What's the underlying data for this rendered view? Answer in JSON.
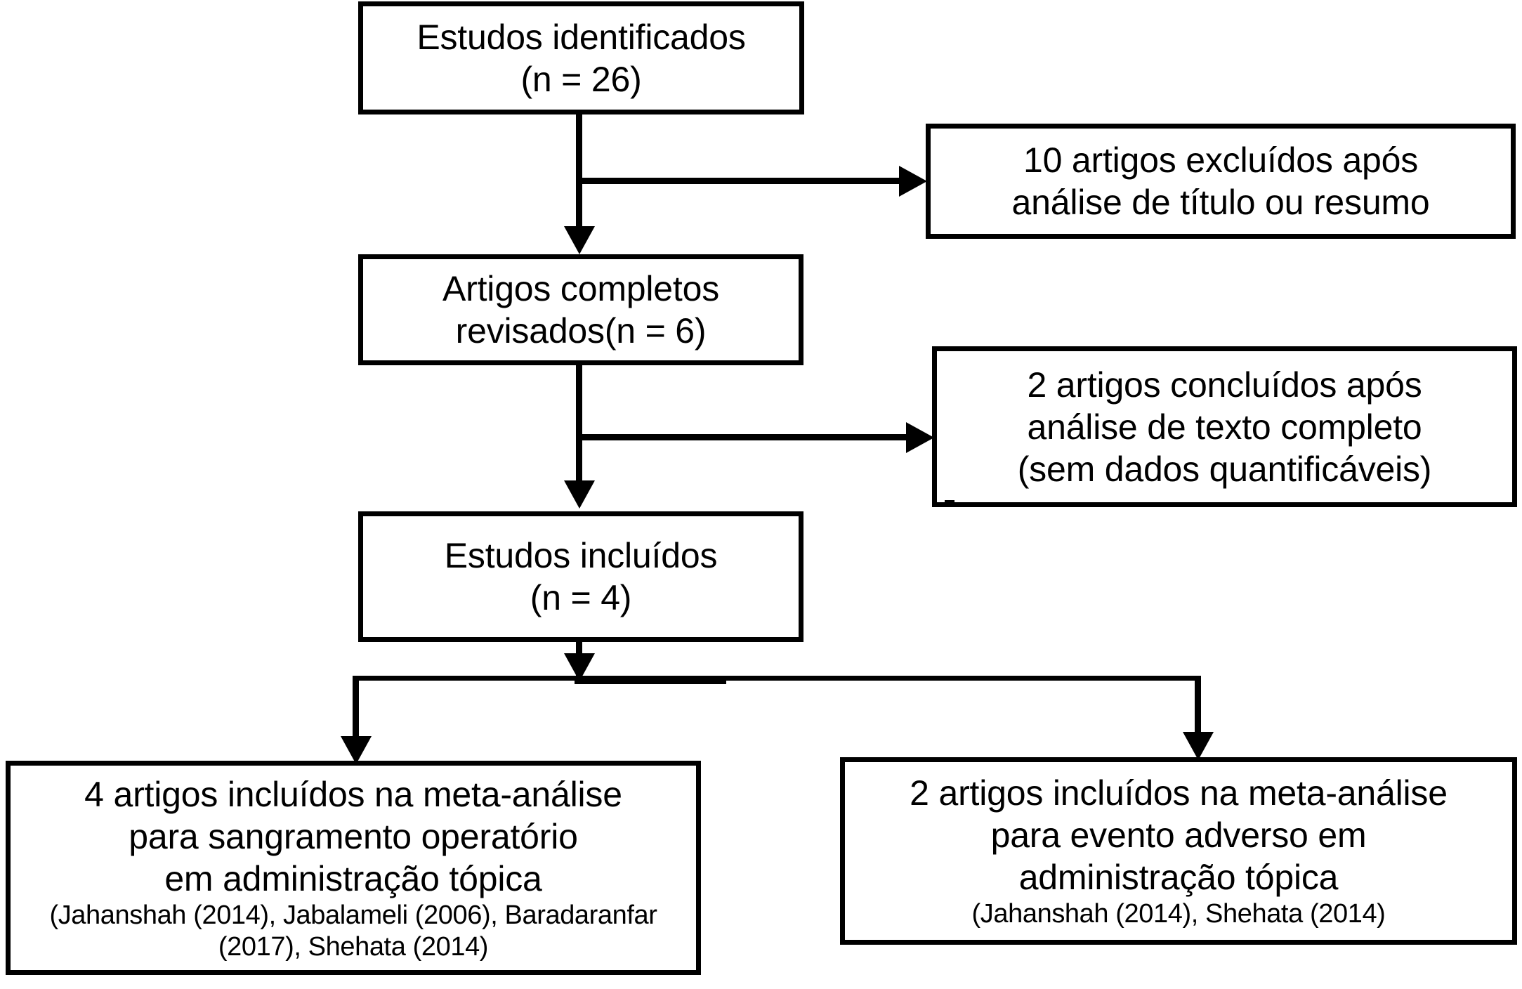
{
  "diagram": {
    "type": "prisma-flow-diagram",
    "language": "pt-BR",
    "colors": {
      "stroke": "#000000",
      "background": "#ffffff",
      "text": "#000000"
    },
    "boxes": {
      "identified": {
        "name": "Estudos identificados",
        "lines": [
          "Estudos identificados",
          "(n = 26)"
        ],
        "count": 26
      },
      "excluded_title_abstract": {
        "name": "Artigos excluídos após análise de título ou resumo",
        "lines": [
          "10 artigos excluídos após",
          "análise de título ou resumo"
        ],
        "count": 10
      },
      "full_text_reviewed": {
        "name": "Artigos completos revisados",
        "lines": [
          "Artigos completos",
          "revisados(n = 6)"
        ],
        "count": 6
      },
      "concluded_full_text": {
        "name": "Artigos concluídos após análise de texto completo",
        "lines": [
          "2 artigos concluídos após",
          "análise de texto completo",
          "(sem dados quantificáveis)"
        ],
        "count": 2
      },
      "included": {
        "name": "Estudos incluídos",
        "lines": [
          "Estudos incluídos",
          "(n = 4)"
        ],
        "count": 4
      },
      "meta_bleeding": {
        "name": "Artigos incluídos na meta-análise para sangramento operatório",
        "lines": [
          "4 artigos incluídos na meta-análise",
          "para sangramento operatório",
          "em administração tópica"
        ],
        "citations": [
          "(Jahanshah (2014), Jabalameli (2006), Baradaranfar",
          "(2017), Shehata (2014)"
        ],
        "count": 4
      },
      "meta_adverse": {
        "name": "Artigos incluídos na meta-análise para evento adverso",
        "lines": [
          "2 artigos incluídos na meta-análise",
          "para evento adverso em",
          "administração tópica"
        ],
        "citations": [
          "(Jahanshah (2014), Shehata (2014)"
        ],
        "count": 2
      }
    },
    "connectors": [
      {
        "from": "identified",
        "to": "full_text_reviewed",
        "kind": "arrow-down"
      },
      {
        "from": "identified",
        "to": "excluded_title_abstract",
        "kind": "arrow-right"
      },
      {
        "from": "full_text_reviewed",
        "to": "included",
        "kind": "arrow-down"
      },
      {
        "from": "full_text_reviewed",
        "to": "concluded_full_text",
        "kind": "arrow-right"
      },
      {
        "from": "included",
        "to": "meta_bleeding",
        "kind": "arrow-down-split-left"
      },
      {
        "from": "included",
        "to": "meta_adverse",
        "kind": "arrow-down-split-right"
      }
    ]
  }
}
